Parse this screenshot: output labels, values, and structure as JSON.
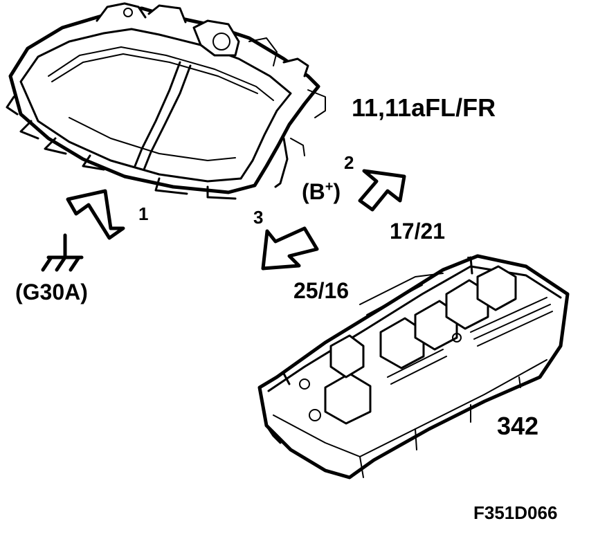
{
  "labels": {
    "headlamp": "11,11aFL/FR",
    "arrow1": "1",
    "arrow2": "2",
    "arrow3": "3",
    "bplus_open": "(B",
    "bplus_sup": "+",
    "bplus_close": ")",
    "conn_17_21": "17/21",
    "conn_25_16": "25/16",
    "ground": "(G30A)",
    "fusebox": "342",
    "figure_id": "F351D066"
  }
}
